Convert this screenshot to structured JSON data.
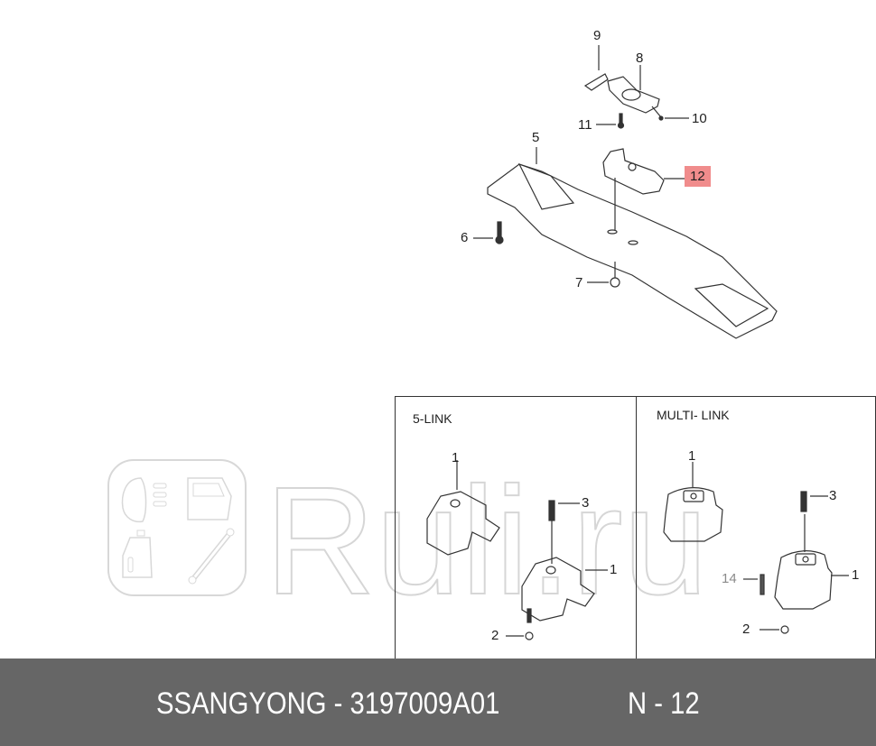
{
  "diagram": {
    "type": "exploded parts diagram",
    "subject": "crossmember and engine/transmission mounts",
    "main_callouts": [
      {
        "label": "9"
      },
      {
        "label": "8"
      },
      {
        "label": "11"
      },
      {
        "label": "10"
      },
      {
        "label": "5"
      },
      {
        "label": "12",
        "highlighted": true,
        "highlight_color": "#f08c8c"
      },
      {
        "label": "6"
      },
      {
        "label": "7"
      }
    ],
    "panels": [
      {
        "title": "5-LINK",
        "callouts": [
          "1",
          "3",
          "1",
          "2"
        ]
      },
      {
        "title": "MULTI- LINK",
        "callouts": [
          "1",
          "3",
          "14",
          "1",
          "2"
        ]
      }
    ]
  },
  "watermark": {
    "text": "Ruli.ru",
    "icons": [
      "headlight-icon",
      "door-icon",
      "oil-bottle-icon",
      "shock-absorber-icon"
    ]
  },
  "footer": {
    "brand": "SSANGYONG",
    "separator": "-",
    "part_number": "3197009A01",
    "ref": "N - 12",
    "background": "#666666",
    "text_color": "#ffffff"
  }
}
